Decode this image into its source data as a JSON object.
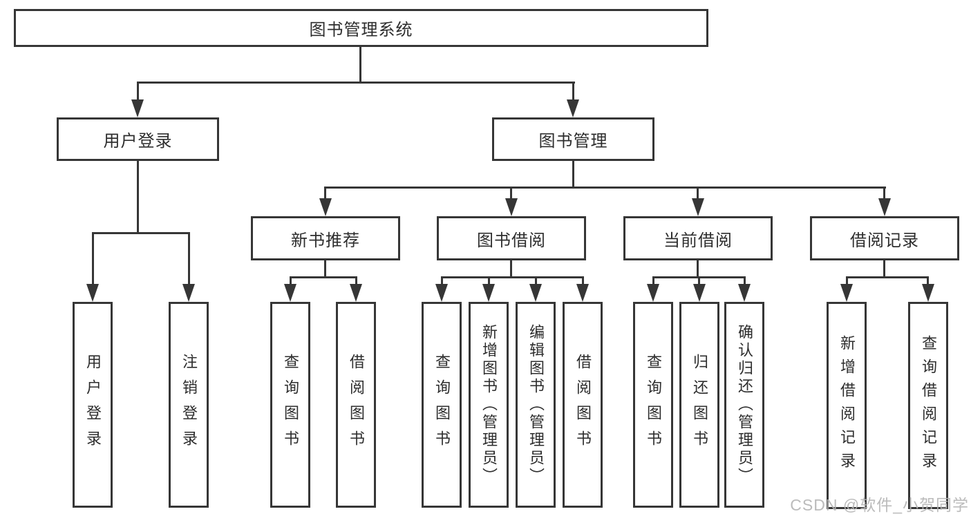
{
  "diagram": {
    "type": "hierarchy-tree",
    "title": "图书管理系统",
    "hierarchy": {
      "图书管理系统": {
        "用户登录": [
          "用户登录",
          "注销登录"
        ],
        "图书管理": {
          "新书推荐": [
            "查询图书",
            "借阅图书"
          ],
          "图书借阅": [
            "查询图书",
            "新增图书（管理员）",
            "编辑图书（管理员）",
            "借阅图书"
          ],
          "当前借阅": [
            "查询图书",
            "归还图书",
            "确认归还（管理员）"
          ],
          "借阅记录": [
            "新增借阅记录",
            "查询借阅记录"
          ]
        }
      }
    }
  },
  "nodes": {
    "root": "图书管理系统",
    "user_login": "用户登录",
    "book_mgmt": "图书管理",
    "new_book_rec": "新书推荐",
    "book_borrow": "图书借阅",
    "current_borrow": "当前借阅",
    "borrow_records": "借阅记录",
    "leaf_user_login": "用户登录",
    "leaf_logout": "注销登录",
    "leaf_query_book_1": "查询图书",
    "leaf_borrow_book_1": "借阅图书",
    "leaf_query_book_2": "查询图书",
    "leaf_add_book": "新增图书（管理员）",
    "leaf_edit_book": "编辑图书（管理员）",
    "leaf_borrow_book_2": "借阅图书",
    "leaf_query_book_3": "查询图书",
    "leaf_return_book": "归还图书",
    "leaf_confirm_return": "确认归还（管理员）",
    "leaf_add_record": "新增借阅记录",
    "leaf_query_record": "查询借阅记录"
  },
  "watermark": {
    "text": "CSDN @软件_小贺同学"
  },
  "colors": {
    "line": "#363636",
    "text": "#2d2d2d",
    "background": "#ffffff",
    "watermark": "#b4b4b4"
  }
}
